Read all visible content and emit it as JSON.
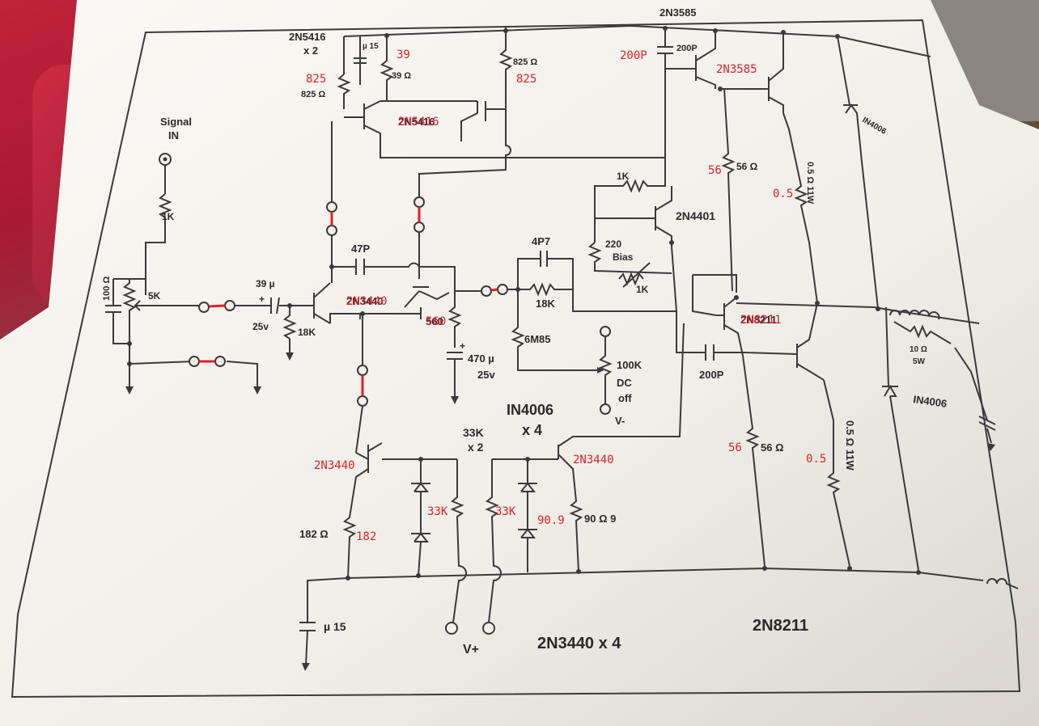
{
  "labels": {
    "signal_in": [
      "Signal",
      "IN"
    ],
    "r_input_1k": "1K",
    "c_100": "100 Ω",
    "pot_5k": "5K",
    "cap_39u": "39 µ",
    "cap_39u_v": "25v",
    "r_18k_a": "18K",
    "t_2n5416_x2": [
      "2N5416",
      "x 2"
    ],
    "c_15": "µ 15",
    "r_39a": "39",
    "r_39b": "39 Ω",
    "r_825_a": "825 Ω",
    "r_825_b": "825 Ω",
    "t_2n5416": "2N5416",
    "c_47p": "47P",
    "t_2n3440_mid": "2N3440",
    "r_560": "560",
    "c_470u": "470 µ",
    "c_470u_v": "25v",
    "c_4p7": "4P7",
    "r_18k_b": "18K",
    "r_6m85": "6M85",
    "pot_100k": [
      "100K",
      "DC",
      "off"
    ],
    "v_minus": "V-",
    "t_2n3585_top": "2N3585",
    "c_200p_a": "200P",
    "r_1k_bias": "1K",
    "t_2n4401": "2N4401",
    "r_220": "220",
    "bias": "Bias",
    "pot_1k": "1K",
    "r_56_a": "56 Ω",
    "r_05_a": "0.5 Ω 11W",
    "t_2n8211_mid": "2N8211",
    "c_200p_b": "200P",
    "r_10": "10 Ω",
    "r_10_w": "5W",
    "in4006_a": "IN4006",
    "in4006_b": "IN4006",
    "in4006_x4": [
      "IN4006",
      "x 4"
    ],
    "r_33k_x2": [
      "33K",
      "x 2"
    ],
    "r_56_b": "56 Ω",
    "r_05_b": "0.5 Ω 11W",
    "r_182": "182 Ω",
    "r_90_9": "90 Ω 9",
    "c_15_bottom": "µ 15",
    "v_plus": "V+",
    "t_2n3440_x4": "2N3440 x 4",
    "t_2n8211": "2N8211"
  },
  "annotations": {
    "n_825_left": "825",
    "n_39": "39",
    "n_825_right": "825",
    "n_2n5416": "2N5416",
    "n_200p": "200P",
    "n_2n3585": "2N3585",
    "n_56_top": "56",
    "n_05_top": "0.5",
    "n_2n3440_mid": "2N3440",
    "n_560": "560",
    "n_2n8211": "2N8211",
    "n_56_bottom": "56",
    "n_05_bottom": "0.5",
    "n_2n3440_left": "2N3440",
    "n_2n3440_right": "2N3440",
    "n_33k_left": "33K",
    "n_33k_right": "33K",
    "n_90_9": "90.9",
    "n_182": "182"
  },
  "colors": {
    "ink": "#3a3a3a",
    "annotation": "#e0202a",
    "paper": "#f4f1ec"
  }
}
